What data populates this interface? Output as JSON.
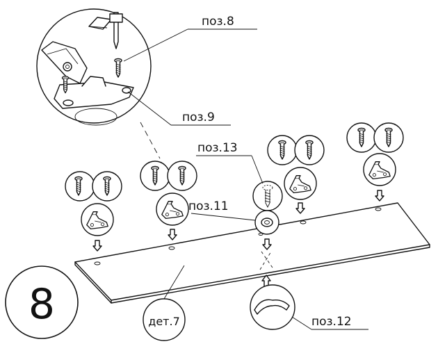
{
  "step": {
    "number": "8"
  },
  "labels": {
    "pos8": "поз.8",
    "pos9": "поз.9",
    "pos13": "поз.13",
    "pos11": "поз.11",
    "pos12": "поз.12",
    "det7": "дет.7"
  },
  "icons": {
    "screwdriver": "screwdriver-icon",
    "screw": "screw-icon",
    "hinge-plate": "hinge-mounting-plate-icon",
    "down-arrow": "down-arrow-icon",
    "up-arrow": "up-arrow-icon",
    "bumper": "door-bumper-icon",
    "handle": "handle-icon",
    "panel": "panel-icon"
  }
}
